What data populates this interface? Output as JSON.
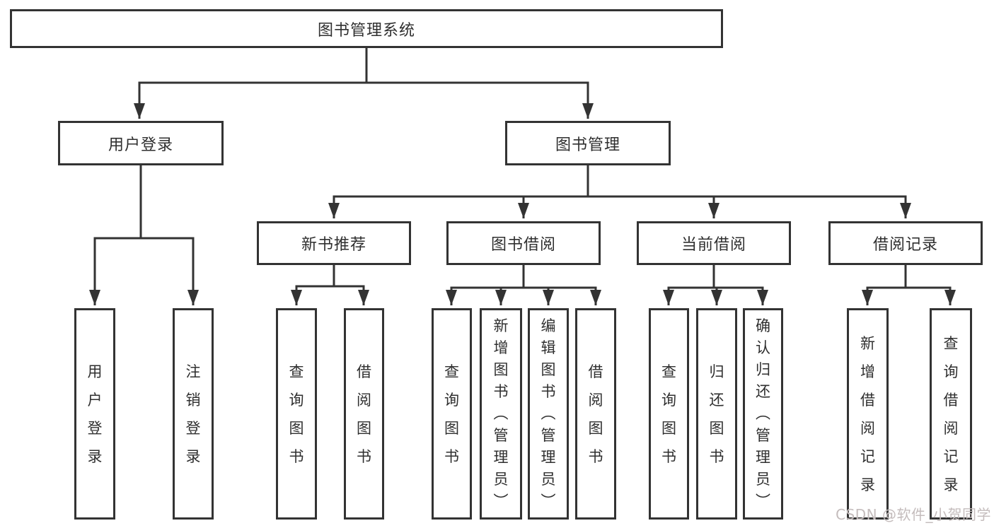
{
  "diagram": {
    "type": "hierarchy-tree",
    "root": {
      "label": "图书管理系统"
    },
    "branches": [
      {
        "label": "用户登录",
        "children": [
          {
            "label": "用户登录"
          },
          {
            "label": "注销登录"
          }
        ]
      },
      {
        "label": "图书管理",
        "children": [
          {
            "label": "新书推荐",
            "children": [
              {
                "label": "查询图书"
              },
              {
                "label": "借阅图书"
              }
            ]
          },
          {
            "label": "图书借阅",
            "children": [
              {
                "label": "查询图书"
              },
              {
                "label": "新增图书（管理员）"
              },
              {
                "label": "编辑图书（管理员）"
              },
              {
                "label": "借阅图书"
              }
            ]
          },
          {
            "label": "当前借阅",
            "children": [
              {
                "label": "查询图书"
              },
              {
                "label": "归还图书"
              },
              {
                "label": "确认归还（管理员）"
              }
            ]
          },
          {
            "label": "借阅记录",
            "children": [
              {
                "label": "新增借阅记录"
              },
              {
                "label": "查询借阅记录"
              }
            ]
          }
        ]
      }
    ],
    "watermark": "CSDN @软件_小贺同学",
    "colors": {
      "line": "#333333",
      "border": "#333333",
      "text": "#2f2f2f",
      "background": "#ffffff",
      "watermark": "#c4bcbc"
    }
  }
}
